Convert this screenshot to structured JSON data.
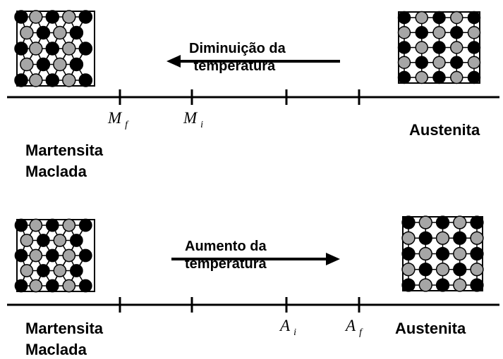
{
  "top": {
    "arrow_label": [
      "Diminuição da",
      "temperatura"
    ],
    "markers": [
      {
        "symbol": "M",
        "subscript": "f"
      },
      {
        "symbol": "M",
        "subscript": "i"
      }
    ],
    "left_phase": [
      "Martensita",
      "Maclada"
    ],
    "right_phase": "Austenita"
  },
  "bottom": {
    "arrow_label": [
      "Aumento da",
      "temperatura"
    ],
    "markers": [
      {
        "symbol": "A",
        "subscript": "i"
      },
      {
        "symbol": "A",
        "subscript": "f"
      }
    ],
    "left_phase": [
      "Martensita",
      "Maclada"
    ],
    "right_phase": "Austenita"
  },
  "colors": {
    "atom_black": "#000000",
    "atom_gray": "#a6a6a6",
    "line": "#000000",
    "lattice_bg": "#ffffff"
  }
}
